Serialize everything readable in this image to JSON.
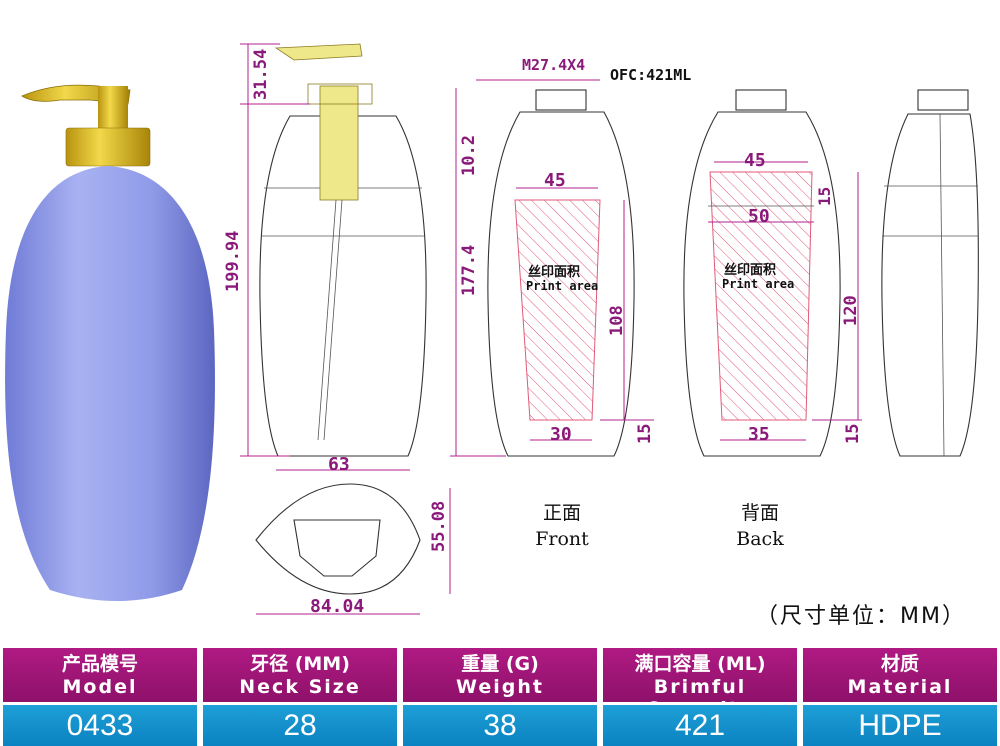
{
  "dimensions": {
    "pump_height": "31.54",
    "total_height": "199.94",
    "width": "63",
    "neck_thread": "M27.4X4",
    "ofc": "OFC:421ML",
    "neck_height": "10.2",
    "body_height": "177.4",
    "front_top_width": "45",
    "front_print_height": "108",
    "front_bottom_width": "30",
    "front_bottom_margin": "15",
    "back_top_width": "45",
    "back_top_margin": "15",
    "back_mid_width": "50",
    "back_print_height": "120",
    "back_bottom_width": "35",
    "back_bottom_margin": "15",
    "base_depth": "55.08",
    "base_width": "84.04"
  },
  "print_area": {
    "front_cn": "丝印面积",
    "front_en": "Print area",
    "back_cn": "丝印面积",
    "back_en": "Print area"
  },
  "views": {
    "front_cn": "正面",
    "front_en": "Front",
    "back_cn": "背面",
    "back_en": "Back"
  },
  "unit_note": "（尺寸单位：MM）",
  "colors": {
    "bottle_body": "#8f9be8",
    "pump_gold": "#d8b418",
    "header_bg": "#9e1677",
    "value_bg": "#1491cf",
    "dimension": "#8a1a7a"
  },
  "table": {
    "headers": [
      {
        "cn": "产品模号",
        "en": "Model"
      },
      {
        "cn": "牙径 (MM)",
        "en": "Neck Size"
      },
      {
        "cn": "重量 (G)",
        "en": "Weight"
      },
      {
        "cn": "满口容量 (ML)",
        "en": "Brimful Capacity"
      },
      {
        "cn": "材质",
        "en": "Material"
      }
    ],
    "values": [
      "0433",
      "28",
      "38",
      "421",
      "HDPE"
    ]
  }
}
